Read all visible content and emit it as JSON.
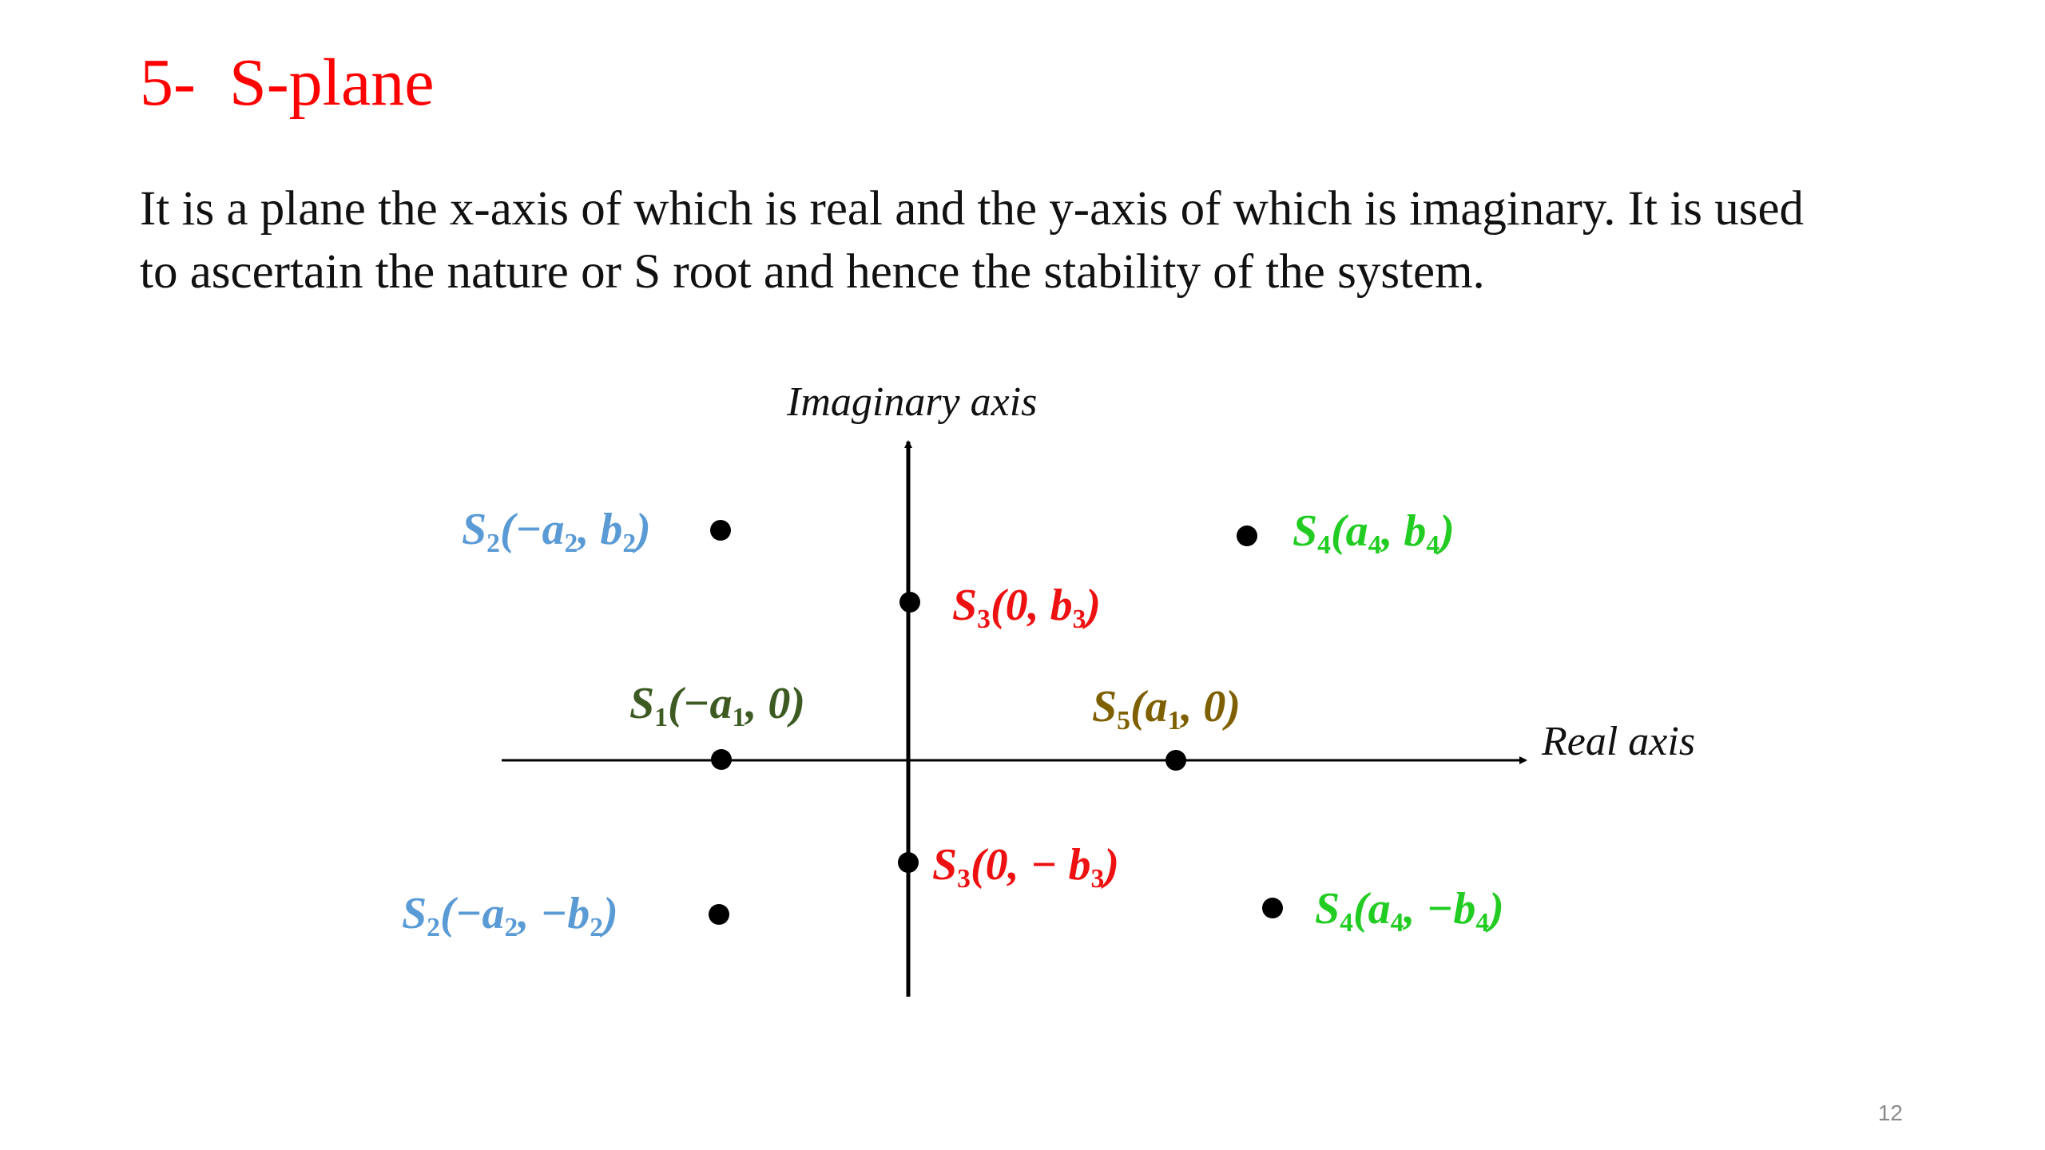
{
  "slide": {
    "title": "5-  S-plane",
    "body_line1": "It is a plane the x-axis of which is real and the y-axis of which is imaginary. It is used",
    "body_line2": "to ascertain the nature or S root and hence the stability of the system.",
    "page_number": "12"
  },
  "diagram": {
    "imaginary_axis_label": "Imaginary axis",
    "real_axis_label": "Real axis",
    "colors": {
      "blue": "#5b9bd5",
      "green": "#22cc22",
      "red": "#ee1111",
      "dark_green": "#3d5a23",
      "olive": "#7f6000",
      "black": "#000000"
    },
    "points": [
      {
        "id": "s2-upper",
        "name": "S",
        "sub": "2",
        "pre": "(−",
        "a": "a",
        "asub": "2",
        "mid": ", ",
        "b": "b",
        "bsub": "2",
        "post": ")"
      },
      {
        "id": "s4-upper",
        "name": "S",
        "sub": "4",
        "pre": "(",
        "a": "a",
        "asub": "4",
        "mid": ", ",
        "b": "b",
        "bsub": "4",
        "post": ")"
      },
      {
        "id": "s3-upper",
        "name": "S",
        "sub": "3",
        "pre": "(0, ",
        "b": "b",
        "bsub": "3",
        "post": ")"
      },
      {
        "id": "s1",
        "name": "S",
        "sub": "1",
        "pre": "(−",
        "a": "a",
        "asub": "1",
        "post": ", 0)"
      },
      {
        "id": "s5",
        "name": "S",
        "sub": "5",
        "pre": "(",
        "a": "a",
        "asub": "1",
        "post": ", 0)"
      },
      {
        "id": "s3-lower",
        "name": "S",
        "sub": "3",
        "pre": "(0, − ",
        "b": "b",
        "bsub": "3",
        "post": ")"
      },
      {
        "id": "s2-lower",
        "name": "S",
        "sub": "2",
        "pre": "(−",
        "a": "a",
        "asub": "2",
        "mid": ", −",
        "b": "b",
        "bsub": "2",
        "post": ")"
      },
      {
        "id": "s4-lower",
        "name": "S",
        "sub": "4",
        "pre": "(",
        "a": "a",
        "asub": "4",
        "mid": ", −",
        "b": "b",
        "bsub": "4",
        "post": ")"
      }
    ]
  }
}
